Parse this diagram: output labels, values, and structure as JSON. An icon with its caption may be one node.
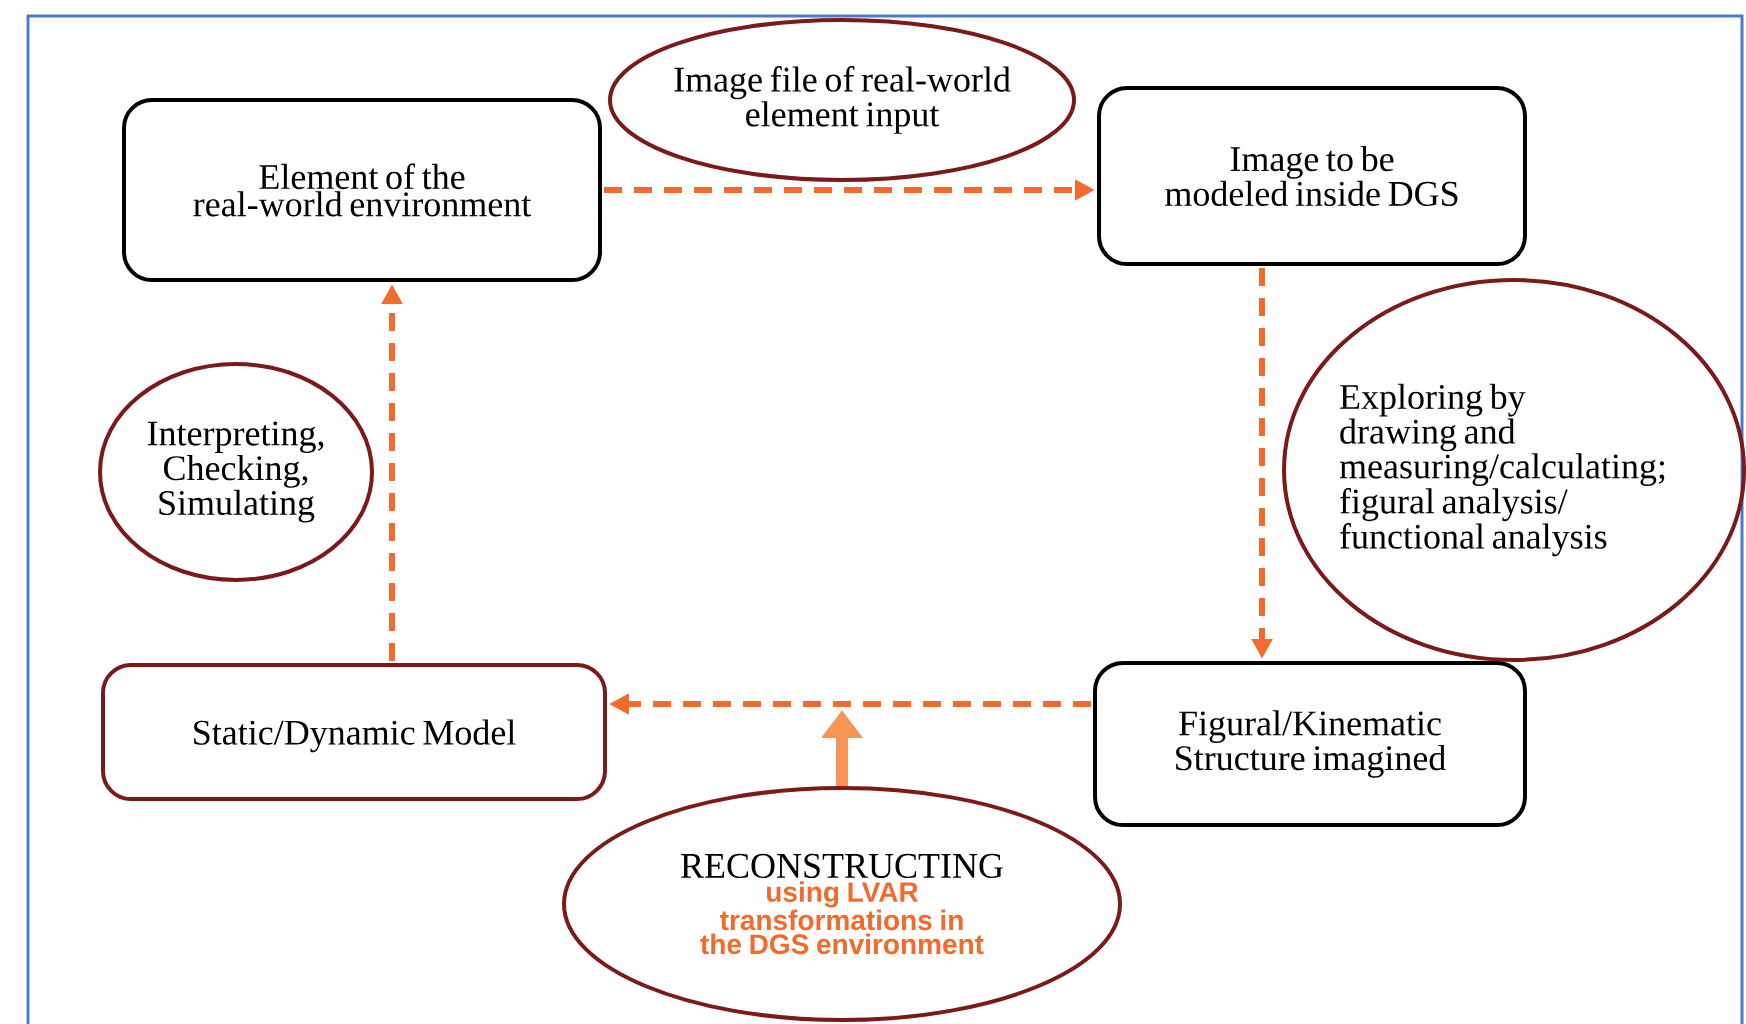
{
  "diagram": {
    "nodes": [
      {
        "text": [
          "Element of the real-world environment"
        ]
      },
      {
        "text": [
          "Image to be modeled inside DGS"
        ]
      },
      {
        "text": [
          "Figural/Kinematic Structure imagined"
        ]
      },
      {
        "text": [
          "Static/Dynamic Model"
        ]
      },
      {
        "text": [
          "Image file of real-world element input"
        ]
      },
      {
        "text": [
          "Exploring by drawing and measuring/calculating; figural analysis/ functional analysis"
        ]
      },
      {
        "text": [
          "RECONSTRUCTING",
          "using LVAR transformations in the DGS environment"
        ]
      },
      {
        "text": [
          "Interpreting, Checking, Simulating"
        ]
      }
    ],
    "edges": [
      {
        "from": 0,
        "to": 1,
        "arrow": "to",
        "style": "dashed"
      },
      {
        "from": 1,
        "to": 2,
        "arrow": "to",
        "style": "dashed"
      },
      {
        "from": 2,
        "to": 3,
        "arrow": "to",
        "style": "dashed"
      },
      {
        "from": 3,
        "to": 0,
        "arrow": "to",
        "style": "dashed"
      },
      {
        "from": 6,
        "to": null,
        "arrow": "to",
        "style": "thick",
        "color": "#f79556"
      }
    ]
  }
}
